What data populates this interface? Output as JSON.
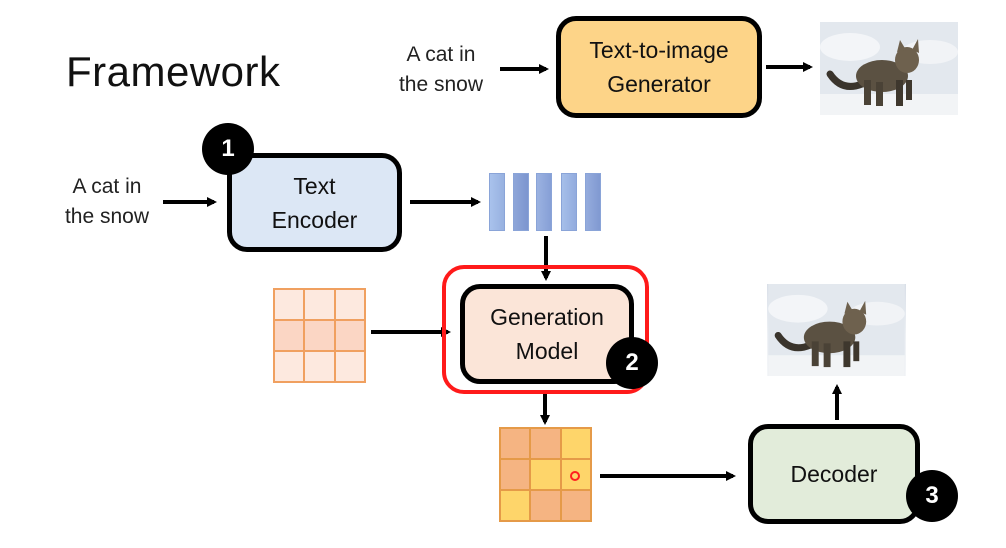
{
  "title": "Framework",
  "top_flow": {
    "input_text_line1": "A cat in",
    "input_text_line2": "the snow",
    "generator_line1": "Text-to-image",
    "generator_line2": "Generator",
    "output_image": "cat-in-snow-image"
  },
  "pipeline": {
    "input_text_line1": "A cat in",
    "input_text_line2": "the snow",
    "text_encoder": {
      "line1": "Text",
      "line2": "Encoder",
      "step": "1"
    },
    "generation_model": {
      "line1": "Generation",
      "line2": "Model",
      "step": "2",
      "highlighted": true
    },
    "decoder": {
      "label": "Decoder",
      "step": "3"
    },
    "text_embedding_vectors": 5,
    "noise_grid": {
      "rows": 3,
      "cols": 3
    },
    "latent_grid": {
      "rows": 3,
      "cols": 3
    },
    "output_image": "cat-in-snow-image"
  },
  "colors": {
    "generator_fill": "#fdd488",
    "encoder_fill": "#dce7f5",
    "generation_fill": "#fbe5d8",
    "decoder_fill": "#e2ecda",
    "highlight_border": "#ff1a1a",
    "vector_fill": "#9fb6e3",
    "noise_cell_light": "#fde9df",
    "noise_cell_mid": "#fbd6c4",
    "latent_orange": "#f5b482",
    "latent_yellow": "#fed56a"
  }
}
